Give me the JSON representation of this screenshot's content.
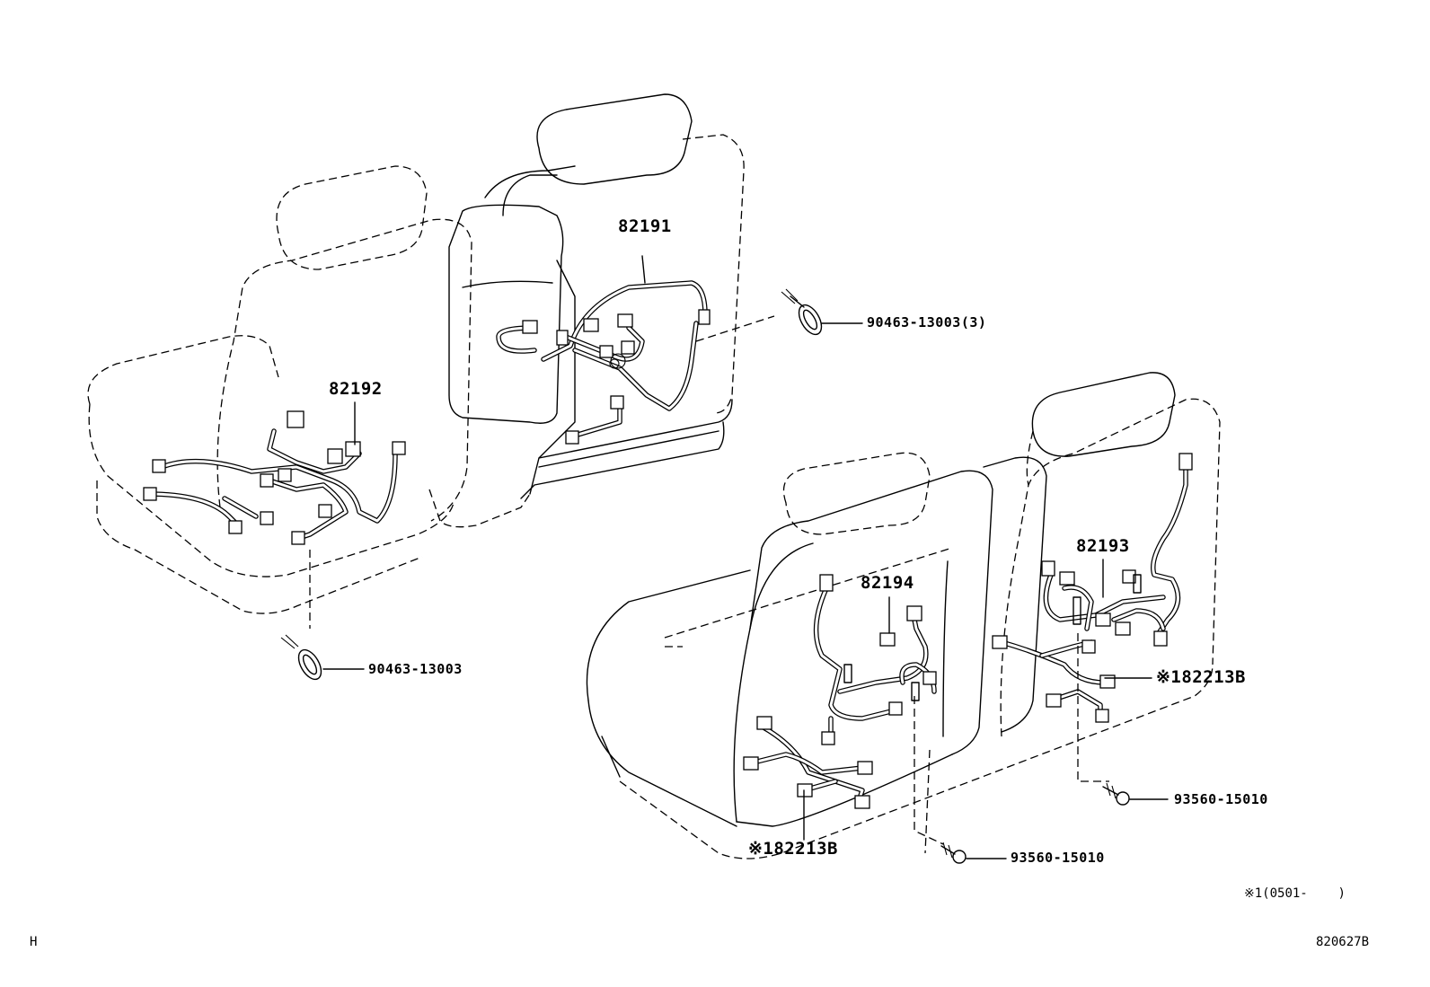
{
  "parts": {
    "p82191": "82191",
    "p82192": "82192",
    "p82193": "82193",
    "p82194": "82194",
    "clamp_upper": "90463-13003(3)",
    "clamp_lower": "90463-13003",
    "harness_right": "※182213B",
    "harness_left": "※182213B",
    "screw_right": "93560-15010",
    "screw_left": "93560-15010"
  },
  "notes": {
    "date_range": "※1(0501-    )",
    "corner_mark": "H",
    "figure_code": "820627B"
  }
}
